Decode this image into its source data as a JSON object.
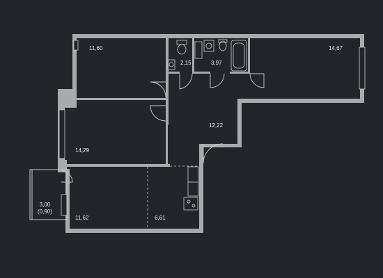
{
  "colors": {
    "background": "#24252a",
    "wall": "#a9aaae",
    "line": "#c9cacd",
    "text": "#e2e3e6"
  },
  "rooms": {
    "bedroom_top_left": {
      "area": "11,60"
    },
    "wc": {
      "area": "2,15"
    },
    "bathroom": {
      "area": "3,97"
    },
    "living_room": {
      "area": "14,67"
    },
    "hall": {
      "area": "12,22"
    },
    "bedroom_middle": {
      "area": "14,29"
    },
    "balcony": {
      "area": "3,00",
      "reduced_area": "(0,90)"
    },
    "bedroom_bottom": {
      "area": "11,62"
    },
    "kitchen": {
      "area": "6,61"
    }
  },
  "fixtures": [
    "toilet-icon",
    "sink-icon",
    "bathtub-icon",
    "washer-icon",
    "kitchen-counter",
    "stove-icon"
  ]
}
